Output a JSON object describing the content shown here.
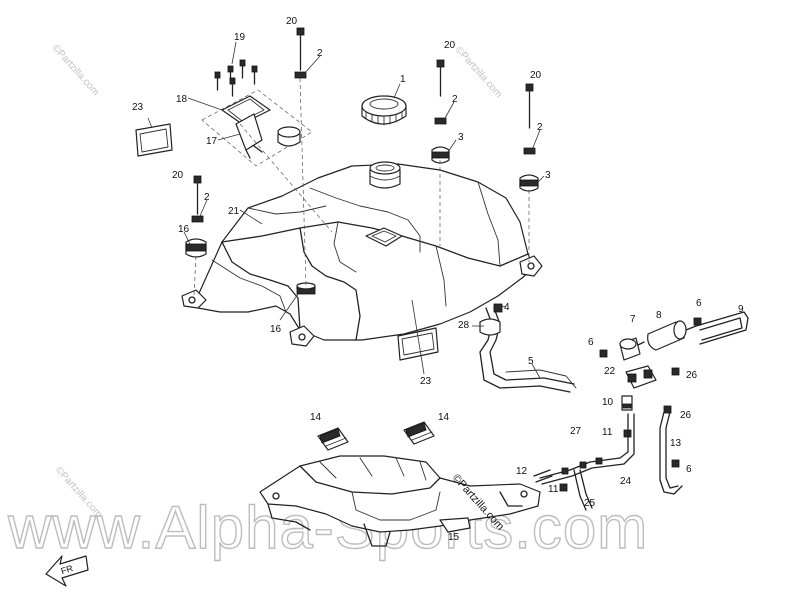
{
  "watermarks": {
    "main": "www.Alpha-Sports.com",
    "center": "©Partzilla.com",
    "small_top_left": "©Partzilla.com",
    "small_top_right": "©Partzilla.com",
    "small_bottom_left": "©Partzilla.com"
  },
  "callouts": {
    "c1": "1",
    "c2a": "2",
    "c2b": "2",
    "c2c": "2",
    "c2d": "2",
    "c3a": "3",
    "c3b": "3",
    "c4": "4",
    "c5": "5",
    "c6a": "6",
    "c6b": "6",
    "c6c": "6",
    "c7": "7",
    "c8": "8",
    "c9": "9",
    "c10": "10",
    "c11a": "11",
    "c11b": "11",
    "c12": "12",
    "c13": "13",
    "c14a": "14",
    "c14b": "14",
    "c15": "15",
    "c16a": "16",
    "c16b": "16",
    "c17": "17",
    "c18": "18",
    "c19": "19",
    "c20a": "20",
    "c20b": "20",
    "c20c": "20",
    "c20d": "20",
    "c21": "21",
    "c22": "22",
    "c23a": "23",
    "c23b": "23",
    "c24": "24",
    "c25": "25",
    "c26a": "26",
    "c26b": "26",
    "c27": "27",
    "c28": "28"
  },
  "orientation_arrow_label": "FR"
}
